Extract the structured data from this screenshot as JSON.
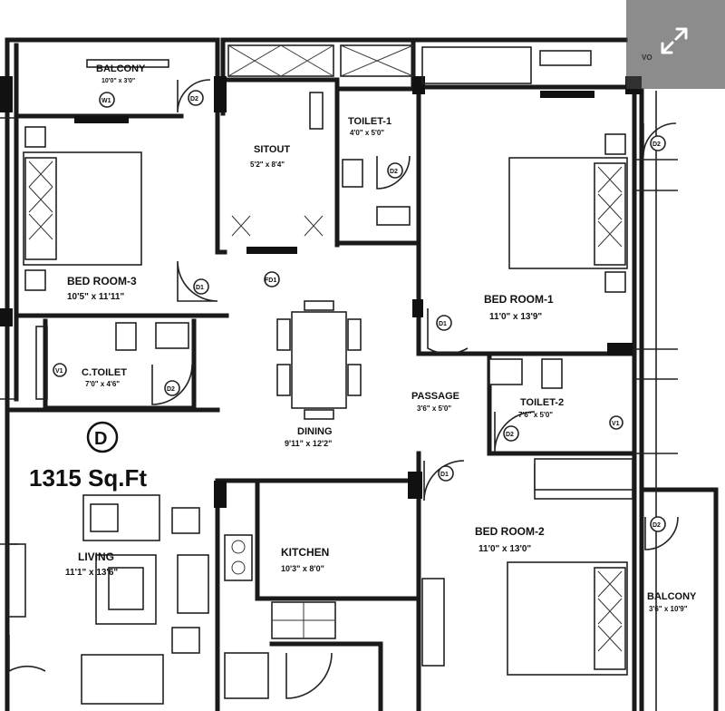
{
  "plan": {
    "unit_code": "D",
    "area": "1315 Sq.Ft",
    "rooms": {
      "balcony_top": {
        "name": "BALCONY",
        "size": "10'0\" x 3'0\""
      },
      "sitout": {
        "name": "SITOUT",
        "size": "5'2\" x 8'4\""
      },
      "toilet1": {
        "name": "TOILET-1",
        "size": "4'0\" x 5'0\""
      },
      "bed3": {
        "name": "BED ROOM-3",
        "size": "10'5\" x 11'11\""
      },
      "bed1": {
        "name": "BED ROOM-1",
        "size": "11'0\" x 13'9\""
      },
      "ctoilet": {
        "name": "C.TOILET",
        "size": "7'0\" x 4'6\""
      },
      "passage": {
        "name": "PASSAGE",
        "size": "3'6\" x 5'0\""
      },
      "toilet2": {
        "name": "TOILET-2",
        "size": "7'6\" x 5'0\""
      },
      "dining": {
        "name": "DINING",
        "size": "9'11\" x 12'2\""
      },
      "living": {
        "name": "LIVING",
        "size": "11'1\" x 13'6\""
      },
      "kitchen": {
        "name": "KITCHEN",
        "size": "10'3\" x 8'0\""
      },
      "bed2": {
        "name": "BED ROOM-2",
        "size": "11'0\" x 13'0\""
      },
      "balcony_right": {
        "name": "BALCONY",
        "size": "3'6\" x 10'9\""
      }
    },
    "partial_labels": {
      "top_right": "VO"
    },
    "door_tags": {
      "d2": "D2",
      "d1": "D1",
      "fd1": "FD1",
      "v1": "V1",
      "w1": "W1"
    }
  },
  "controls": {
    "expand_icon": "expand-arrows-icon"
  },
  "colors": {
    "ink": "#111111",
    "background": "#ffffff",
    "overlay": "#4a4a4a"
  }
}
